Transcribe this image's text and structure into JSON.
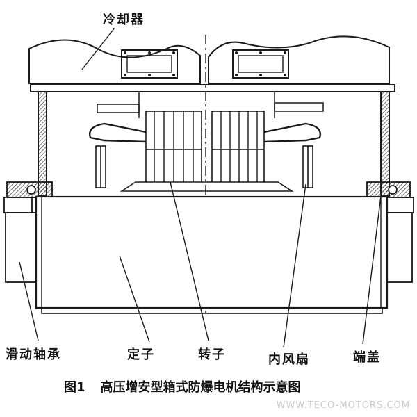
{
  "labels": {
    "cooler": "冷却器",
    "bearing": "滑动轴承",
    "stator": "定子",
    "rotor": "转子",
    "fan": "内风扇",
    "endcap": "端盖"
  },
  "caption": {
    "number": "图1",
    "title": "高压增安型箱式防爆电机结构示意图"
  },
  "watermark": "WWW.TECO-MOTORS.COM",
  "colors": {
    "ink": "#1a1a1a",
    "hatch": "#555555",
    "paper": "#ffffff"
  }
}
